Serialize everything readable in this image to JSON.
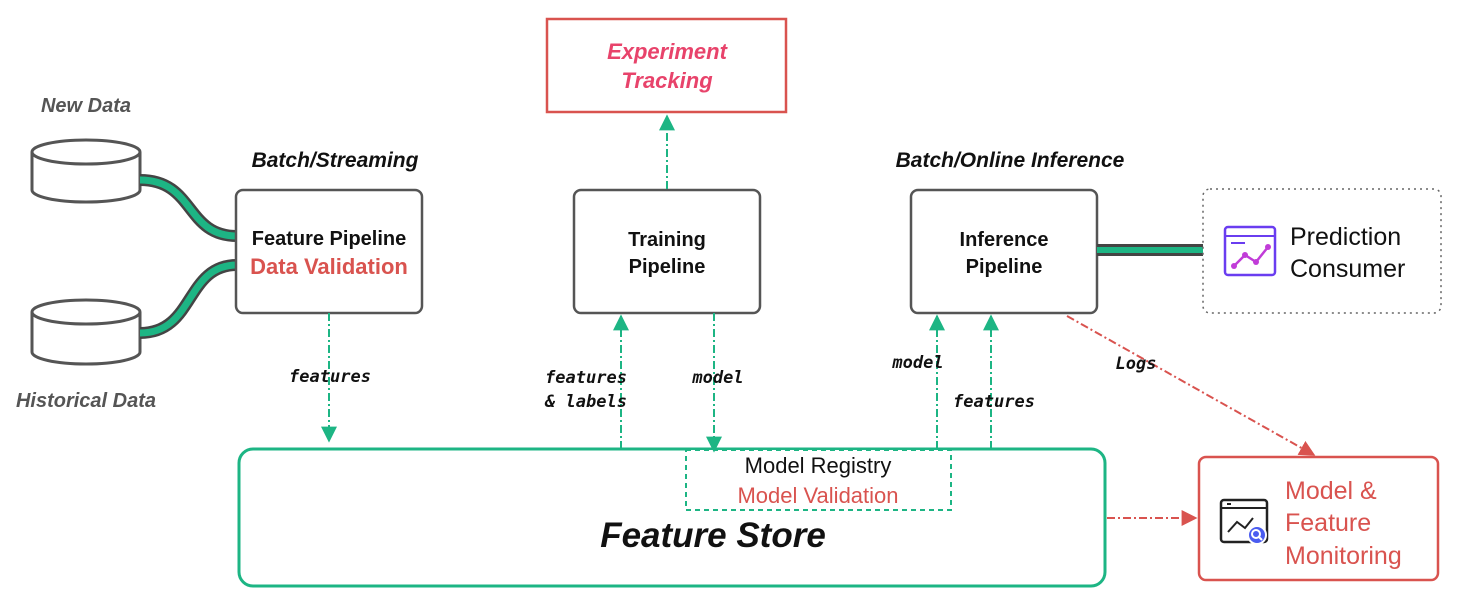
{
  "sources": {
    "new_data": "New Data",
    "historical_data": "Historical Data"
  },
  "headings": {
    "batch_streaming": "Batch/Streaming",
    "batch_online_inference": "Batch/Online Inference"
  },
  "experiment_tracking": {
    "line1": "Experiment",
    "line2": "Tracking"
  },
  "feature_pipeline": {
    "title": "Feature Pipeline",
    "subtitle": "Data Validation"
  },
  "training_pipeline": {
    "line1": "Training",
    "line2": "Pipeline"
  },
  "inference_pipeline": {
    "line1": "Inference",
    "line2": "Pipeline"
  },
  "prediction_consumer": {
    "line1": "Prediction",
    "line2": "Consumer",
    "icon": "chart-dashboard-icon"
  },
  "feature_store": {
    "title": "Feature Store"
  },
  "model_registry": {
    "title": "Model Registry",
    "subtitle": "Model Validation"
  },
  "monitoring": {
    "line1": "Model &",
    "line2": "Feature",
    "line3": "Monitoring",
    "icon": "monitor-search-icon"
  },
  "edge_labels": {
    "features_fp": "features",
    "features_labels_1": "features",
    "features_labels_2": "& labels",
    "model_tp": "model",
    "model_ip": "model",
    "features_ip": "features",
    "logs": "Logs"
  },
  "colors": {
    "green": "#1db584",
    "red": "#d9534f",
    "pink": "#e8436b",
    "gray_border": "#555555",
    "text_gray": "#555555"
  }
}
